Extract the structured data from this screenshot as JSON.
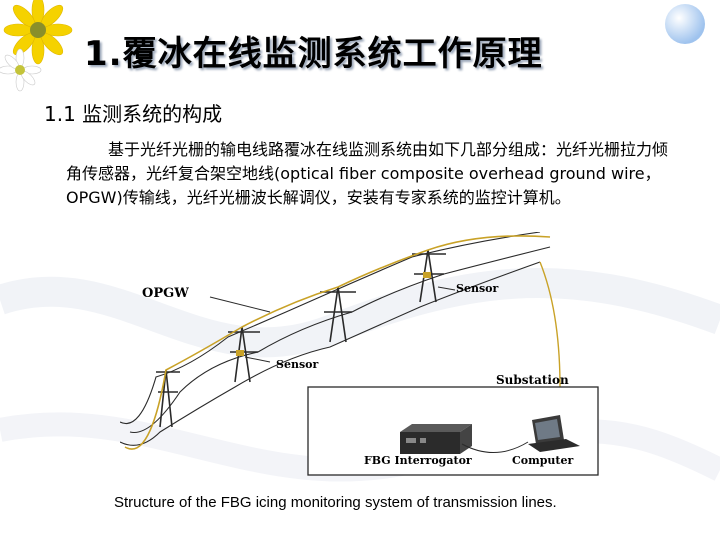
{
  "slide": {
    "title": "1.覆冰在线监测系统工作原理",
    "subtitle": "1.1 监测系统的构成",
    "paragraph": "基于光纤光栅的输电线路覆冰在线监测系统由如下几部分组成：光纤光栅拉力倾角传感器，光纤复合架空地线(optical fiber composite overhead ground wire，OPGW)传输线，光纤光栅波长解调仪，安装有专家系统的监控计算机。",
    "caption": "Structure of the FBG icing monitoring system of transmission lines."
  },
  "figure": {
    "label_opgw": "OPGW",
    "label_sensor_top": "Sensor",
    "label_sensor_bottom": "Sensor",
    "label_substation": "Substation",
    "label_interrogator": "FBG Interrogator",
    "label_computer": "Computer",
    "line_color": "#2a2a2a",
    "opgw_color": "#c9a227"
  },
  "decor": {
    "accent_yellow": "#f5d200",
    "accent_blue": "#9fc3ee"
  }
}
